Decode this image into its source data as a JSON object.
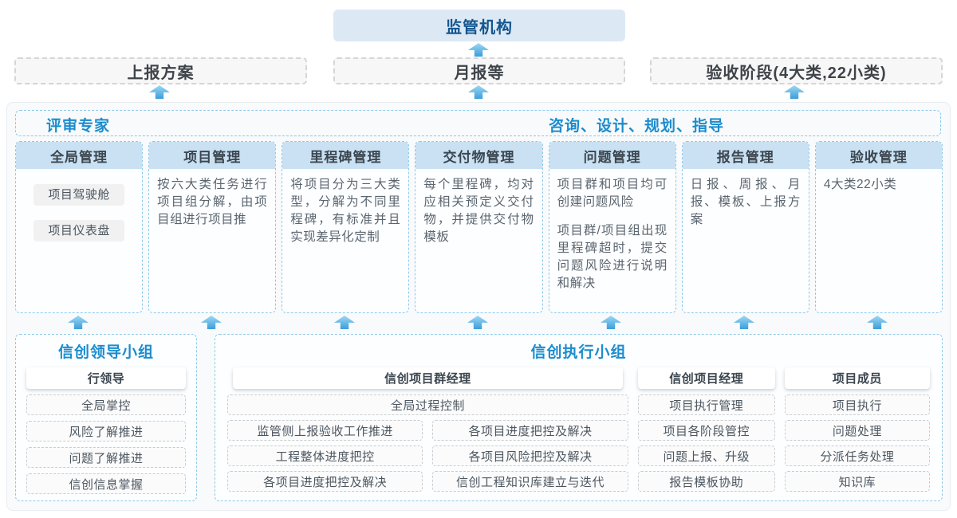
{
  "colors": {
    "accent_blue": "#1b8ccd",
    "dark_blue": "#15568f",
    "regulator_bg": "#dce9f5",
    "column_header_bg": "#c9e1f2",
    "dashed_blue_border": "#8fc9ea",
    "dashed_gray_border": "#d5d5d5",
    "arrow_blue": "#3b9edb",
    "body_text": "#5b656f"
  },
  "icons": {
    "arrow_up": "up-arrow"
  },
  "top": {
    "regulator": "监管机构"
  },
  "report_row": [
    "上报方案",
    "月报等",
    "验收阶段(4大类,22小类)"
  ],
  "experts": {
    "left": "评审专家",
    "right": "咨询、设计、规划、指导"
  },
  "columns": [
    {
      "title": "全局管理",
      "items": [
        "项目驾驶舱",
        "项目仪表盘"
      ]
    },
    {
      "title": "项目管理",
      "paragraphs": [
        "按六大类任务进行项目组分解，由项目组进行项目推"
      ]
    },
    {
      "title": "里程碑管理",
      "paragraphs": [
        "将项目分为三大类型，分解为不同里程碑，有标准并且实现差异化定制"
      ]
    },
    {
      "title": "交付物管理",
      "paragraphs": [
        "每个里程碑，均对应相关预定义交付物，并提供交付物模板"
      ]
    },
    {
      "title": "问题管理",
      "paragraphs": [
        "项目群和项目均可创建问题风险",
        "项目群/项目组出现里程碑超时，提交问题风险进行说明和解决"
      ]
    },
    {
      "title": "报告管理",
      "paragraphs": [
        "日报、周报、月报、模板、上报方案"
      ]
    },
    {
      "title": "验收管理",
      "paragraphs": [
        "4大类22小类"
      ]
    }
  ],
  "leader_group": {
    "title": "信创领导小组",
    "role": "行领导",
    "items": [
      "全局掌控",
      "风险了解推进",
      "问题了解推进",
      "信创信息掌握"
    ]
  },
  "exec_group": {
    "title": "信创执行小组",
    "pm_group": {
      "role": "信创项目群经理",
      "full_item": "全局过程控制",
      "left_items": [
        "监管侧上报验收工作推进",
        "工程整体进度把控",
        "各项目进度把控及解决"
      ],
      "right_items": [
        "各项目进度把控及解决",
        "各项目风险把控及解决",
        "信创工程知识库建立与迭代"
      ]
    },
    "pm": {
      "role": "信创项目经理",
      "items": [
        "项目执行管理",
        "项目各阶段管控",
        "问题上报、升级",
        "报告模板协助"
      ]
    },
    "member": {
      "role": "项目成员",
      "items": [
        "项目执行",
        "问题处理",
        "分派任务处理",
        "知识库"
      ]
    }
  }
}
